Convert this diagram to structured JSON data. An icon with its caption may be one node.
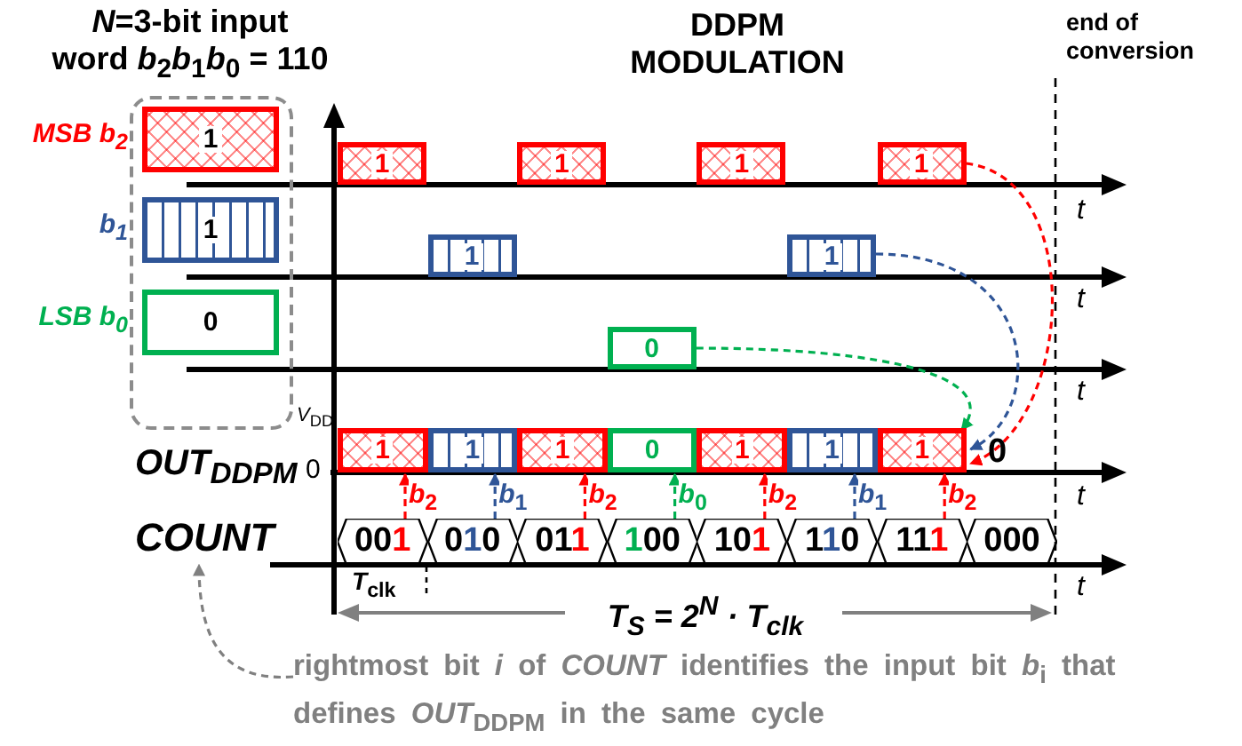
{
  "diagram": {
    "title": "DDPM MODULATION",
    "nodes": [
      {
        "text": [
          "*N*=3-bit input word *b*$_{2}$*b*$_{1}$*b*$_{0}$ = 110"
        ]
      },
      {
        "text": [
          "1"
        ],
        "in": 0,
        "beside": [
          "MSB *b*$_{2}$"
        ]
      },
      {
        "text": [
          "1"
        ],
        "in": 0,
        "beside": [
          "*b*$_{1}$"
        ]
      },
      {
        "text": [
          "0"
        ],
        "in": 0,
        "beside": [
          "LSB *b*$_{0}$"
        ]
      },
      {
        "text": [
          "1"
        ]
      },
      {
        "text": [
          "1"
        ]
      },
      {
        "text": [
          "1"
        ]
      },
      {
        "text": [
          "1"
        ]
      },
      {
        "text": [
          "1"
        ]
      },
      {
        "text": [
          "1"
        ]
      },
      {
        "text": [
          "0"
        ]
      },
      {
        "text": [
          "1"
        ]
      },
      {
        "text": [
          "1"
        ]
      },
      {
        "text": [
          "1"
        ]
      },
      {
        "text": [
          "0"
        ]
      },
      {
        "text": [
          "1"
        ]
      },
      {
        "text": [
          "1"
        ]
      },
      {
        "text": [
          "1"
        ]
      },
      {
        "text": [
          "COUNT"
        ]
      },
      {
        "text": [
          "001"
        ]
      },
      {
        "text": [
          "010"
        ]
      },
      {
        "text": [
          "011"
        ]
      },
      {
        "text": [
          "100"
        ]
      },
      {
        "text": [
          "101"
        ]
      },
      {
        "text": [
          "110"
        ]
      },
      {
        "text": [
          "111"
        ]
      },
      {
        "text": [
          "000"
        ]
      },
      {
        "text": [
          "rightmost bit *i* of *COUNT* identifies the input bit *b*$_{i}$ that defines *OUT*$_{DDPM}$ in the same cycle"
        ]
      }
    ],
    "edges": [
      {
        "from": 19,
        "to": 11,
        "arrow": "to",
        "label": "*b*$_{2}$",
        "style": "dashed"
      },
      {
        "from": 20,
        "to": 12,
        "arrow": "to",
        "label": "*b*$_{1}$",
        "style": "dashed",
        "color": "#2f5597"
      },
      {
        "from": 21,
        "to": 13,
        "arrow": "to",
        "label": "*b*$_{2}$",
        "style": "dashed"
      },
      {
        "from": 22,
        "to": 14,
        "arrow": "to",
        "label": "*b*$_{0}$",
        "style": "dashed",
        "color": "#00b050"
      },
      {
        "from": 23,
        "to": 15,
        "arrow": "to",
        "label": "*b*$_{2}$",
        "style": "dashed"
      },
      {
        "from": 24,
        "to": 16,
        "arrow": "to",
        "label": "*b*$_{1}$",
        "style": "dashed",
        "color": "#2f5597"
      },
      {
        "from": 25,
        "to": 17,
        "arrow": "to",
        "label": "*b*$_{2}$",
        "style": "dashed"
      },
      {
        "from": 7,
        "to": 17,
        "arrow": "to",
        "style": "dashed"
      },
      {
        "from": 9,
        "to": 17,
        "arrow": "to",
        "style": "dashed",
        "color": "#2f5597"
      },
      {
        "from": 10,
        "to": 17,
        "arrow": "to",
        "style": "dashed",
        "color": "#00b050"
      },
      {
        "from": 27,
        "to": 18,
        "arrow": "to",
        "style": "dashed",
        "color": "#808080"
      }
    ],
    "labels": [
      "end of conversion",
      "t",
      "t",
      "t",
      "*V*$_{DD}$",
      "OUT$_{DDPM}$",
      "0",
      "0",
      "t",
      "*T*$_{clk}$",
      "t",
      "*T*$_{S}$ = 2$^{N}$ · *T*$_{clk}$"
    ]
  }
}
